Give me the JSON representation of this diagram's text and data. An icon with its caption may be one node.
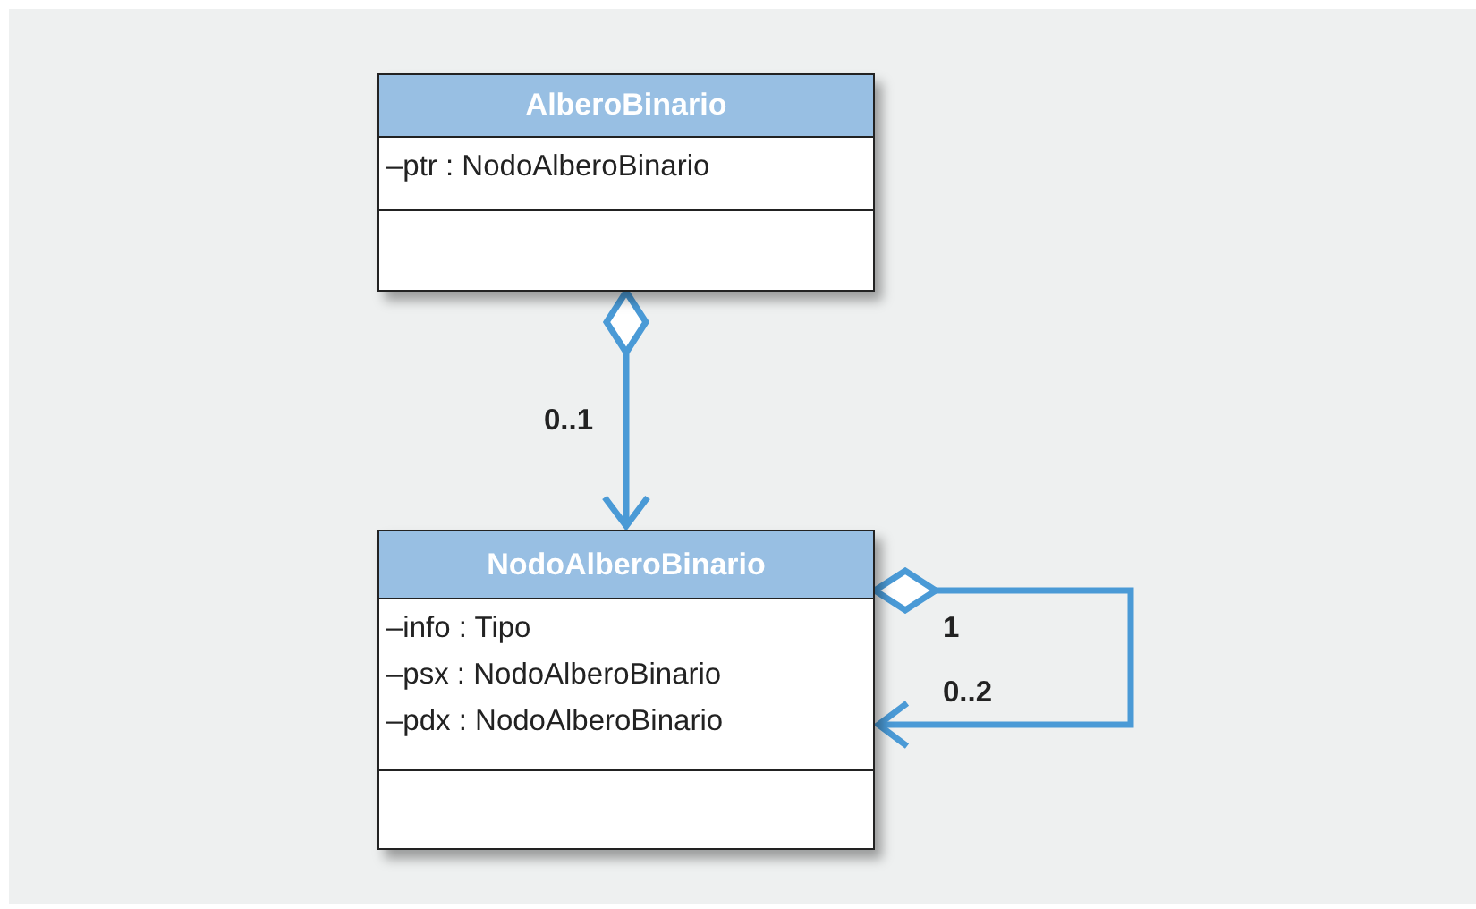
{
  "diagram": {
    "nodes": [
      {
        "text": [
          "AlberoBinario",
          "–ptr : NodoAlberoBinario"
        ]
      },
      {
        "text": [
          "NodoAlberoBinario",
          "–info : Tipo",
          "–psx : NodoAlberoBinario",
          "–pdx : NodoAlberoBinario"
        ]
      }
    ],
    "edges": [
      {
        "from": 0,
        "to": 1,
        "arrow": "to",
        "label": "0..1"
      },
      {
        "from": 1,
        "to": 1,
        "arrow": "to"
      }
    ],
    "labels": [
      "1",
      "0..2"
    ]
  }
}
